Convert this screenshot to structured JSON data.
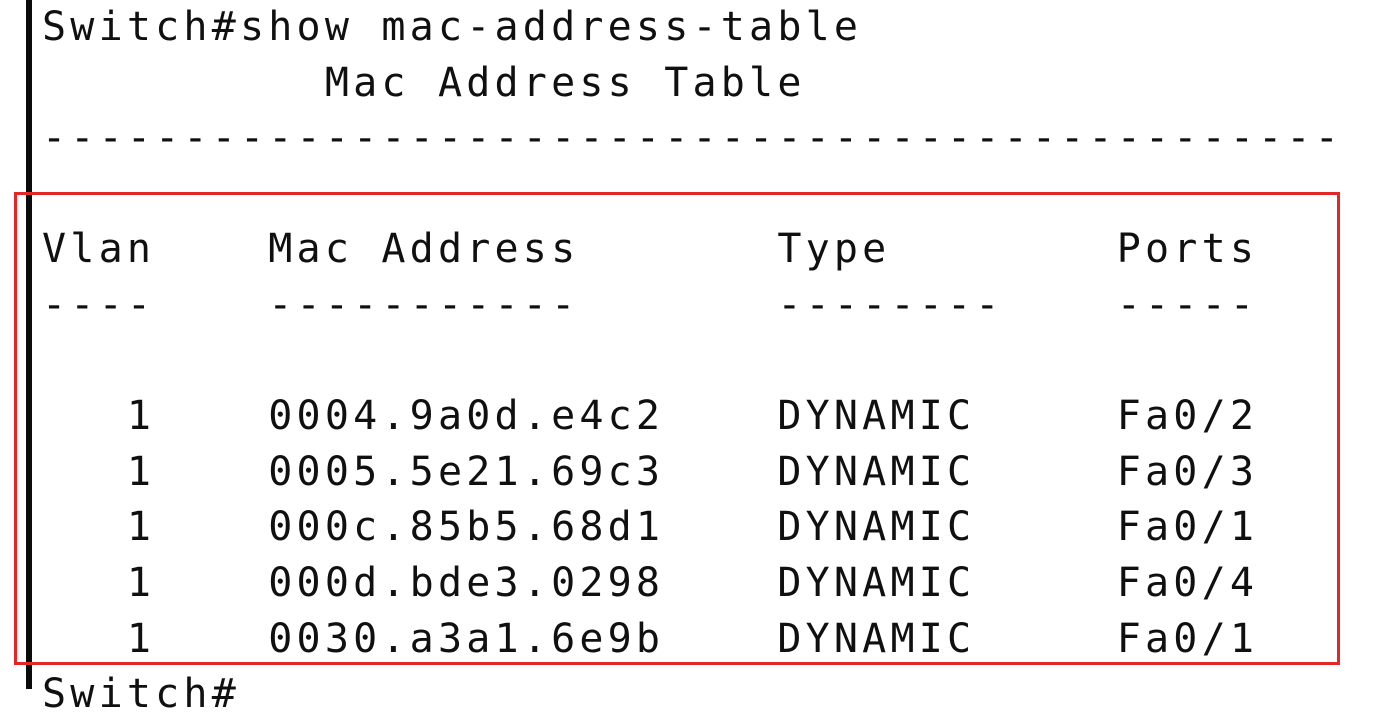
{
  "terminal": {
    "prompt": "Switch#",
    "command": "show mac-address-table",
    "command_line": "Switch#show mac-address-table",
    "report_title": "Mac Address Table",
    "report_title_line": "          Mac Address Table",
    "top_rule": "----------------------------------------------",
    "blank": "",
    "header_line": "Vlan    Mac Address       Type        Ports",
    "header_rule_line": "----    -----------       --------    -----",
    "rows_text": [
      "   1    0004.9a0d.e4c2    DYNAMIC     Fa0/2",
      "   1    0005.5e21.69c3    DYNAMIC     Fa0/3",
      "   1    000c.85b5.68d1    DYNAMIC     Fa0/1",
      "   1    000d.bde3.0298    DYNAMIC     Fa0/4",
      "   1    0030.a3a1.6e9b    DYNAMIC     Fa0/1"
    ],
    "trailing_prompt": "Switch#"
  },
  "table": {
    "columns": [
      "Vlan",
      "Mac Address",
      "Type",
      "Ports"
    ],
    "column_rules": [
      "----",
      "-----------",
      "--------",
      "-----"
    ],
    "rows": [
      {
        "vlan": "1",
        "mac_address": "0004.9a0d.e4c2",
        "type": "DYNAMIC",
        "ports": "Fa0/2"
      },
      {
        "vlan": "1",
        "mac_address": "0005.5e21.69c3",
        "type": "DYNAMIC",
        "ports": "Fa0/3"
      },
      {
        "vlan": "1",
        "mac_address": "000c.85b5.68d1",
        "type": "DYNAMIC",
        "ports": "Fa0/1"
      },
      {
        "vlan": "1",
        "mac_address": "000d.bde3.0298",
        "type": "DYNAMIC",
        "ports": "Fa0/4"
      },
      {
        "vlan": "1",
        "mac_address": "0030.a3a1.6e9b",
        "type": "DYNAMIC",
        "ports": "Fa0/1"
      }
    ],
    "row_count": 5
  },
  "annotation": {
    "highlight_color": "#e32626",
    "highlight_shape": "rectangle",
    "covers": "table header and all five dynamic MAC entries"
  },
  "theme": {
    "background": "#ffffff",
    "text_color": "#101010",
    "left_rule_color": "#0b0b0b"
  }
}
